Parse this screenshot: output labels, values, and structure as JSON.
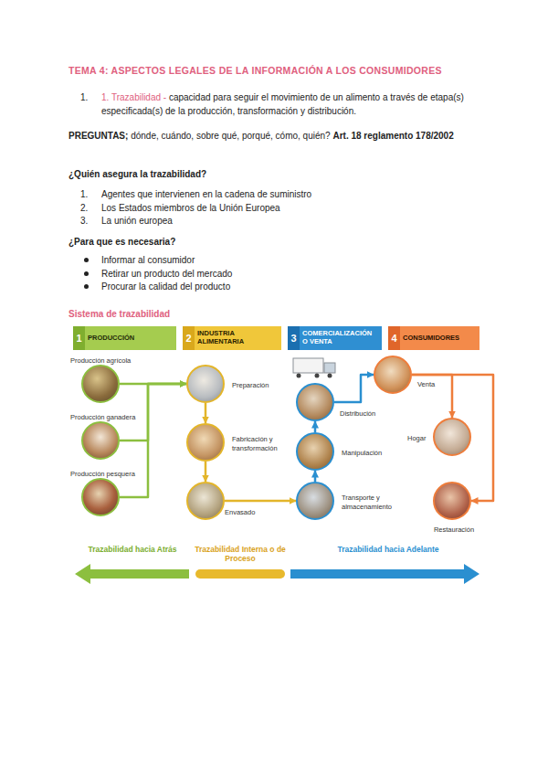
{
  "diagram": {
    "title": "TEMA 4: ASPECTOS LEGALES DE LA INFORMACIÓN A LOS CONSUMIDORES",
    "nodes": [
      {
        "text": [
          "1",
          "PRODUCCIÓN"
        ]
      },
      {
        "text": [
          "2",
          "INDUSTRIA ALIMENTARIA"
        ]
      },
      {
        "text": [
          "3",
          "COMERCIALIZACIÓN O VENTA"
        ]
      },
      {
        "text": [
          "4",
          "CONSUMIDORES"
        ]
      },
      {
        "text": [
          "Producción agrícola"
        ]
      },
      {
        "text": [
          "Producción ganadera"
        ]
      },
      {
        "text": [
          "Producción pesquera"
        ]
      },
      {
        "text": [
          "Preparación"
        ]
      },
      {
        "text": [
          "Fabricación y transformación"
        ]
      },
      {
        "text": [
          "Envasado"
        ]
      },
      {
        "text": [
          "Distribución"
        ]
      },
      {
        "text": [
          "Manipulación"
        ]
      },
      {
        "text": [
          "Transporte y almacenamiento"
        ]
      },
      {
        "text": [
          "Venta"
        ]
      },
      {
        "text": [
          "Hogar"
        ]
      },
      {
        "text": [
          "Restauración"
        ]
      }
    ],
    "edges": [
      {
        "from": 4,
        "to": 7,
        "arrow": "to"
      },
      {
        "from": 5,
        "to": 7,
        "arrow": "to"
      },
      {
        "from": 6,
        "to": 7,
        "arrow": "to"
      },
      {
        "from": 7,
        "to": 8,
        "arrow": "to"
      },
      {
        "from": 8,
        "to": 9,
        "arrow": "to"
      },
      {
        "from": 9,
        "to": 12,
        "arrow": "to"
      },
      {
        "from": 12,
        "to": 11,
        "arrow": "to"
      },
      {
        "from": 11,
        "to": 10,
        "arrow": "to"
      },
      {
        "from": 10,
        "to": 13,
        "arrow": "to"
      },
      {
        "from": 13,
        "to": 14,
        "arrow": "to"
      },
      {
        "from": 13,
        "to": 15,
        "arrow": "to"
      }
    ],
    "labels": [
      "1.",
      "1. Trazabilidad -",
      "capacidad para seguir el movimiento de un alimento a través de etapa(s) especificada(s) de la producción, transformación y distribución.",
      "PREGUNTAS;",
      "dónde, cuándo, sobre qué, porqué, cómo, quién?",
      "Art. 18 reglamento 178/2002",
      "¿Quién asegura la trazabilidad?",
      "1.",
      "Agentes que intervienen en la cadena de suministro",
      "2.",
      "Los Estados miembros de la Unión Europea",
      "3.",
      "La unión europea",
      "¿Para que es necesaria?",
      "Informar al consumidor",
      "Retirar un producto del mercado",
      "Procurar la calidad del producto",
      "Sistema de trazabilidad",
      "Trazabilidad hacia Atrás",
      "Trazabilidad Interna o de Proceso",
      "Trazabilidad hacia Adelante"
    ]
  }
}
